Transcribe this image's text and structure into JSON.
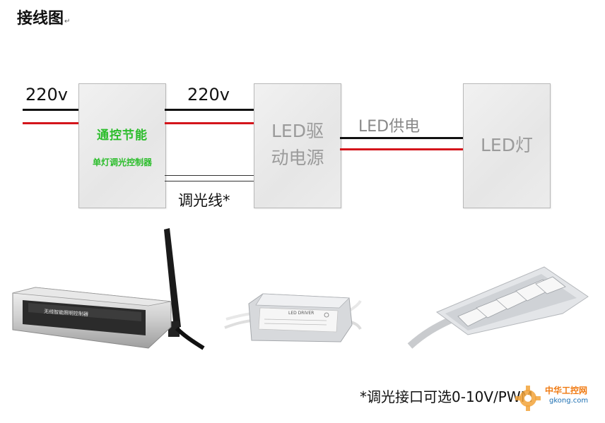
{
  "title": "接线图",
  "title_mark": "↵",
  "wires": {
    "input_label": "220v",
    "output_label": "220v",
    "led_supply_label": "LED供电",
    "dimming_label": "调光线*"
  },
  "boxes": {
    "controller_line1": "通控节能",
    "controller_line2": "单灯调光控制器",
    "driver_line1": "LED驱",
    "driver_line2": "动电源",
    "lamp": "LED灯"
  },
  "products": {
    "controller_device_text": "无线智能照明控制器",
    "driver_device_text": "LED DRIVER"
  },
  "footnote": "*调光接口可选0-10V/PWM",
  "watermark": {
    "line1": "中华工控网",
    "line2": "gkong.com"
  },
  "colors": {
    "wire_live": "#d4151b",
    "wire_neutral": "#111111",
    "controller_text": "#2bbd2b",
    "box_text": "#9b9b9b"
  }
}
